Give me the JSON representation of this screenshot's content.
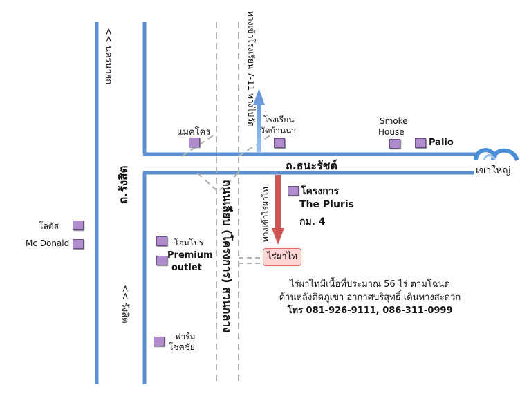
{
  "labels": {
    "road_left_top": "<< นครนายก",
    "road_left_bottom": "<< รังสิต",
    "road_left_name": "ถ.รังสิต",
    "road_main": "ถ.ธนะรัชต์",
    "road_dashed": "ถนนเลียบ (โครงการ) สวนกลาง",
    "soi_top": "ทางเข้าโรงเรียน 7-11 ทางไปวัด",
    "soi_bottom": "ทางเข้าไร่ผาไท",
    "khao_yai": "เขาใหญ่",
    "makro": "แมคโคร",
    "school_1": "โรงเรียน",
    "school_2": "วัดบ้านนา",
    "smoke_1": "Smoke",
    "smoke_2": "House",
    "palio": "Palio",
    "pluris_1": "โครงการ",
    "pluris_2": "The Pluris",
    "pluris_3": "กม. 4",
    "lotus": "โลตัส",
    "mcdonald": "Mc Donald",
    "homepro": "โฮมโปร",
    "premium_1": "Premium",
    "premium_2": "outlet",
    "farm_1": "ฟาร์ม",
    "farm_2": "โชคชัย",
    "destination": "ไร่ผาไท",
    "desc_1": "ไร่ผาไทมีเนื้อที่ประมาณ 56 ไร่ ตามโฉนด",
    "desc_2": "ด้านหลังติดภูเขา อากาศบริสุทธิ์ เดินทางสะดวก",
    "desc_3": "โทร 081-926-9111, 086-311-0999"
  },
  "icons": {
    "poi": "purple-square-icon",
    "destination": "pink-label-icon",
    "khao_yai": "mountain-cloud-icon"
  },
  "colors": {
    "road": "#5b8fcf",
    "road_dashed": "#b0b0b0",
    "arrow_up": "#7aa7e0",
    "arrow_down": "#d05555",
    "poi": "#b08ccc"
  }
}
